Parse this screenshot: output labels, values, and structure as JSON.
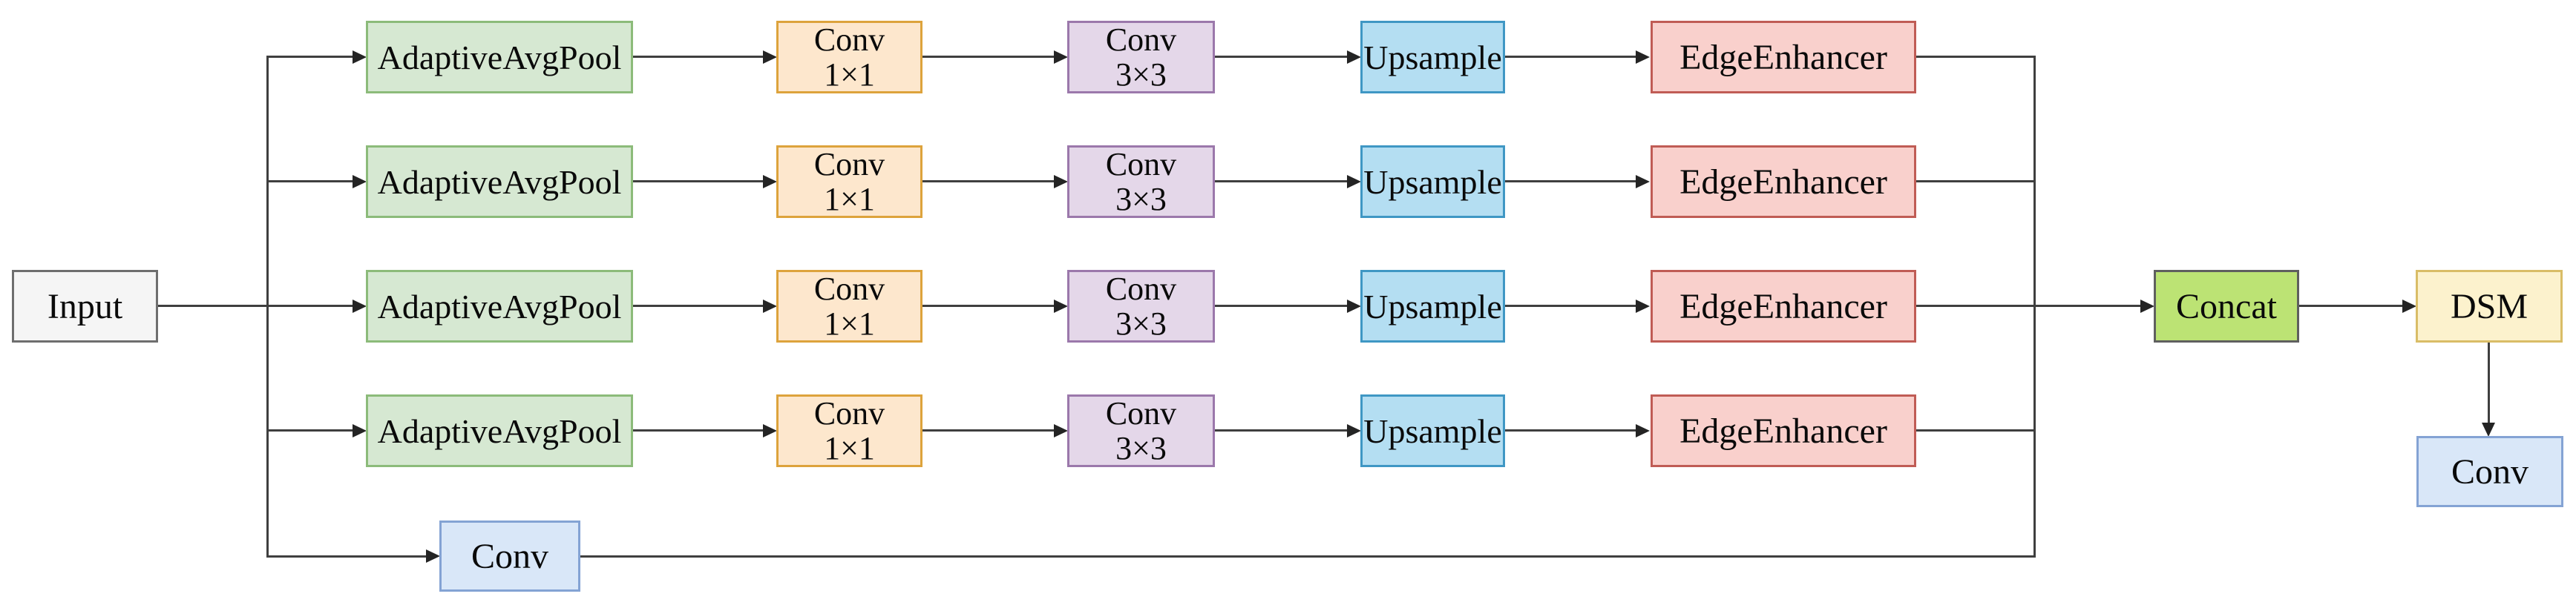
{
  "nodes": {
    "input": "Input",
    "adaptive_avg_pool": "AdaptiveAvgPool",
    "conv_1x1": {
      "line1": "Conv",
      "line2": "1×1"
    },
    "conv_3x3": {
      "line1": "Conv",
      "line2": "3×3"
    },
    "upsample": "Upsample",
    "edge_enhancer": "EdgeEnhancer",
    "bottom_conv": "Conv",
    "concat": "Concat",
    "dsm": "DSM",
    "output_conv": "Conv"
  },
  "branch_count": 4,
  "colors": {
    "background": "#ffffff",
    "text": "#0a0a0a",
    "line": "#3f3f3f",
    "arrow": "#242424",
    "input-fill": "#f5f5f5",
    "input-border": "#6e6e6e",
    "pool-fill": "#d6e8d2",
    "pool-border": "#8cbb7a",
    "conv1-fill": "#fde7cd",
    "conv1-border": "#dda33c",
    "conv3-fill": "#e4d7e9",
    "conv3-border": "#9b78ab",
    "ups-fill": "#b4def2",
    "ups-border": "#3f97c4",
    "ee-fill": "#f9d0cc",
    "ee-border": "#c05c55",
    "concat-fill": "#bce374",
    "concat-border": "#5f5f5f",
    "dsm-fill": "#fcf2cd",
    "dsm-border": "#d9bd67",
    "convblue-fill": "#d9e7f8",
    "convblue-border": "#84a3d4"
  }
}
